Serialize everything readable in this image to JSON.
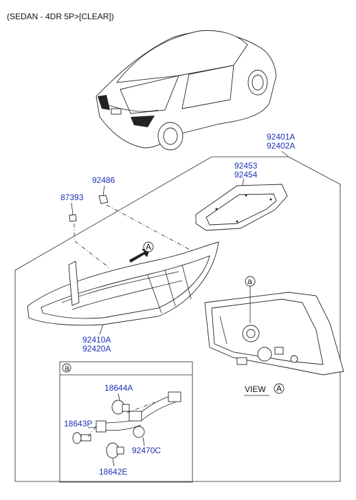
{
  "header": {
    "variant": "(SEDAN - 4DR 5P>[CLEAR])"
  },
  "parts": {
    "p92401": {
      "line1": "92401A",
      "line2": "92402A"
    },
    "p92453": {
      "line1": "92453",
      "line2": "92454"
    },
    "p92486": "92486",
    "p87393": "87393",
    "p92410": {
      "line1": "92410A",
      "line2": "92420A"
    },
    "p18644": "18644A",
    "p18643": "18643P",
    "p92470": "92470C",
    "p18642": "18642E"
  },
  "callouts": {
    "a_marker": "A",
    "a_circle_view": "a",
    "a_circle_inset": "a"
  },
  "view": {
    "label": "VIEW",
    "marker": "A"
  },
  "colors": {
    "part_label": "#1f2fb5",
    "line": "#222222"
  }
}
